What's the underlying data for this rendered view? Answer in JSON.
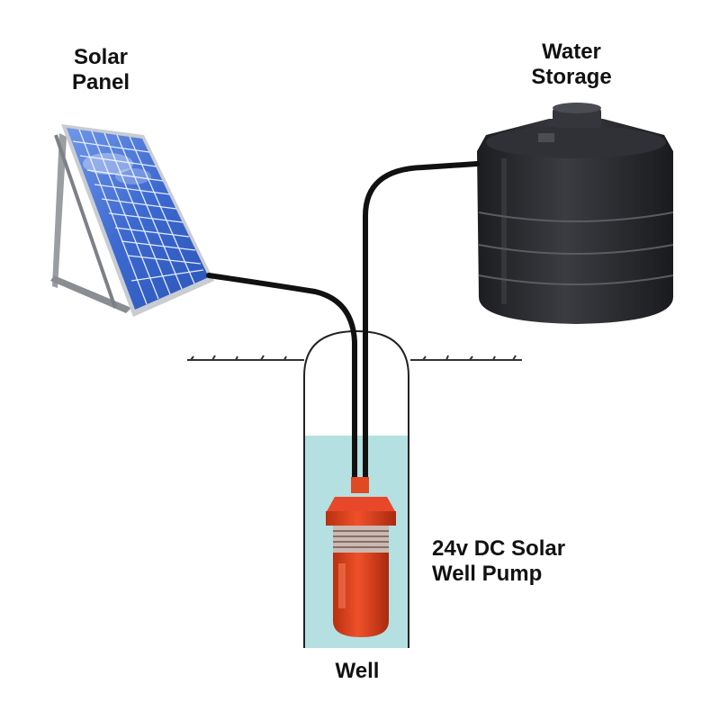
{
  "labels": {
    "solar_panel": [
      "Solar",
      "Panel"
    ],
    "water_storage": [
      "Water",
      "Storage"
    ],
    "pump": [
      "24v DC Solar",
      "Well Pump"
    ],
    "well": "Well"
  },
  "colors": {
    "water": "#b4e0e2",
    "pump_body": "#e0411e",
    "pump_dark": "#9e2a12",
    "tank": "#2b2d31",
    "panel_cell": "#3d6fd6",
    "frame": "#8a8d92",
    "pipe": "#111111"
  },
  "icons": [
    "solar-panel-icon",
    "water-tank-icon",
    "pump-icon",
    "well-shaft-icon",
    "pipe-icon",
    "cable-icon"
  ]
}
